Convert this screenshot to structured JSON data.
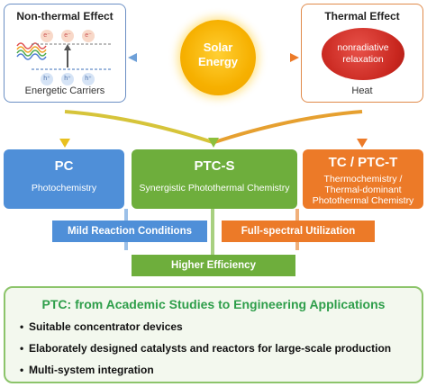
{
  "top": {
    "nonthermal": {
      "title": "Non-thermal Effect",
      "caption": "Energetic Carriers",
      "electron": "e⁻",
      "hole": "h⁺"
    },
    "solar": {
      "label_line1": "Solar",
      "label_line2": "Energy"
    },
    "thermal": {
      "title": "Thermal Effect",
      "badge_line1": "nonradiative",
      "badge_line2": "relaxation",
      "caption": "Heat"
    }
  },
  "middle": {
    "pc": {
      "title": "PC",
      "subtitle": "Photochemistry"
    },
    "ptcs": {
      "title": "PTC-S",
      "subtitle": "Synergistic Photothermal Chemistry"
    },
    "tc": {
      "title": "TC / PTC-T",
      "subtitle_line1": "Thermochemistry /",
      "subtitle_line2": "Thermal-dominant",
      "subtitle_line3": "Photothermal Chemistry"
    }
  },
  "benefits": {
    "mild": "Mild Reaction Conditions",
    "full": "Full-spectral Utilization",
    "higher": "Higher Efficiency"
  },
  "bottom": {
    "title": "PTC: from Academic Studies to Engineering Applications",
    "items": [
      "Suitable concentrator devices",
      "Elaborately designed catalysts and reactors for large-scale production",
      "Multi-system integration"
    ]
  },
  "colors": {
    "blue": "#4f8fd8",
    "green": "#6eae3c",
    "orange": "#ec7a28",
    "sun": "#f6b000",
    "bottom_title": "#2e9e4a"
  }
}
